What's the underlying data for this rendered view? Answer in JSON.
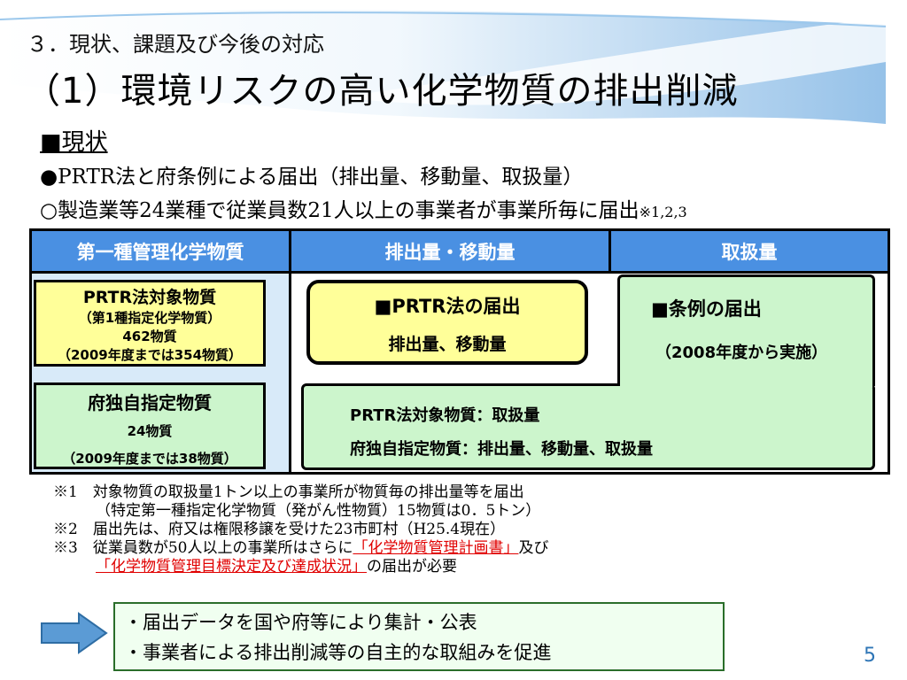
{
  "slide": {
    "subtitle": "３．現状、課題及び今後の対応",
    "title": "（1）環境リスクの高い化学物質の排出削減",
    "section": "■現状",
    "line1": "●PRTR法と府条例による届出（排出量、移動量、取扱量）",
    "line2": "○製造業等24業種で従業員数21人以上の事業者が事業所毎に届出",
    "line2_note": "※1,2,3",
    "page_number": "5"
  },
  "table": {
    "headers": [
      "第一種管理化学物質",
      "排出量・移動量",
      "取扱量"
    ],
    "prtr_box": {
      "title": "PRTR法対象物質",
      "line1": "（第1種指定化学物質）",
      "line2": "462物質",
      "line3": "（2009年度までは354物質）"
    },
    "pref_box": {
      "title": "府独自指定物質",
      "line1": "24物質",
      "line2": "（2009年度までは38物質）"
    },
    "prtr_report": {
      "title": "■PRTR法の届出",
      "detail": "排出量、移動量"
    },
    "ordinance": {
      "title": "■条例の届出",
      "detail": "（2008年度から実施）"
    },
    "ordinance_items": [
      "PRTR法対象物質：取扱量",
      "府独自指定物質：排出量、移動量、取扱量"
    ]
  },
  "notes": {
    "n1a": "※1　対象物質の取扱量1トン以上の事業所が物質毎の排出量等を届出",
    "n1b": "（特定第一種指定化学物質（発がん性物質）15物質は0．5トン）",
    "n2": "※2　届出先は、府又は権限移譲を受けた23市町村（H25.4現在）",
    "n3_pre": "※3　従業員数が50人以上の事業所はさらに",
    "n3_red1": "「化学物質管理計画書」",
    "n3_mid": "及び",
    "n3_red2": "「化学物質管理目標決定及び達成状況」",
    "n3_post": "の届出が必要"
  },
  "summary": {
    "items": [
      "・届出データを国や府等により集計・公表",
      "・事業者による排出削減等の自主的な取組みを促進"
    ]
  },
  "colors": {
    "header_blue": "#4a90e2",
    "yellow": "#ffff99",
    "green": "#ccf5cc",
    "red": "#e00000",
    "arrow_blue": "#5b9bd5"
  }
}
